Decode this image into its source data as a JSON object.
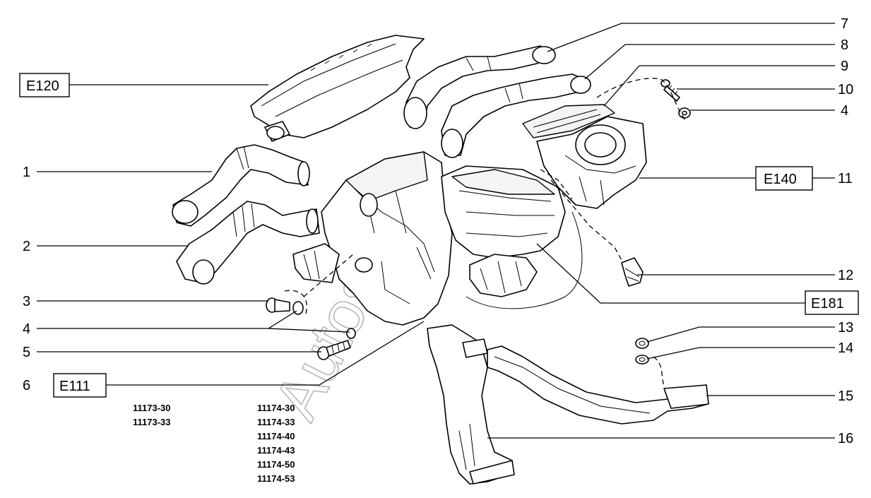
{
  "callouts": {
    "c1": "1",
    "c2": "2",
    "c3": "3",
    "c4a": "4",
    "c5": "5",
    "c6": "6",
    "c7": "7",
    "c8": "8",
    "c9": "9",
    "c10": "10",
    "c4b": "4",
    "c11": "11",
    "c12": "12",
    "c13": "13",
    "c14": "14",
    "c15": "15",
    "c16": "16"
  },
  "references": {
    "e120": "E120",
    "e140": "E140",
    "e181": "E181",
    "e111": "E111"
  },
  "models_left": [
    "11173-30",
    "11173-33"
  ],
  "models_right": [
    "11174-30",
    "11174-33",
    "11174-40",
    "11174-43",
    "11174-50",
    "11174-53"
  ],
  "watermark": "Autosoft"
}
